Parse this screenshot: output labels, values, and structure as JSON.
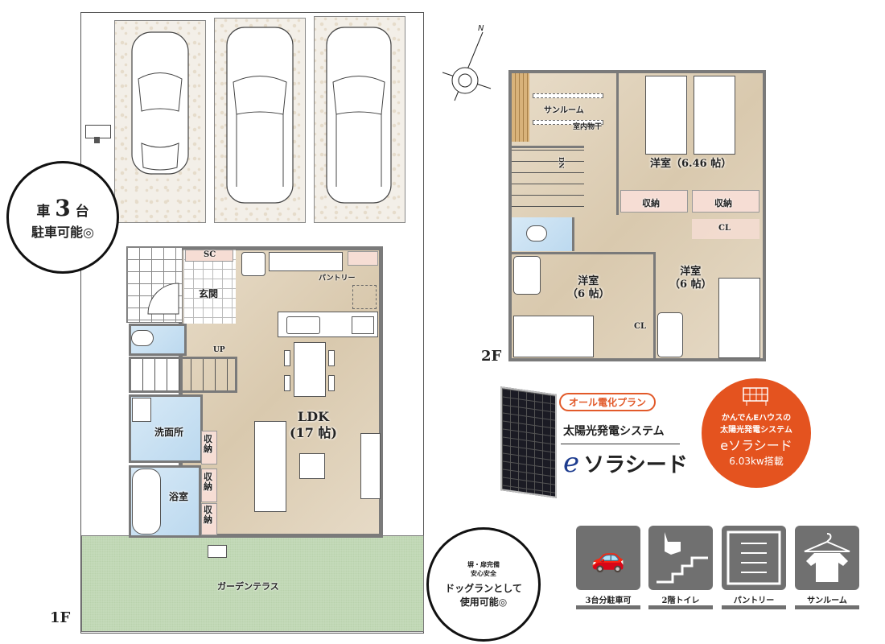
{
  "floor_1": {
    "floor_label": "1F",
    "rooms": {
      "entrance": "玄関",
      "shoe_closet": "SC",
      "pantry": "パントリー",
      "stairs_up": "UP",
      "washroom": "洗面所",
      "bathroom": "浴室",
      "storage": "収納",
      "ldk_name": "LDK",
      "ldk_size": "(17 帖)",
      "garden": "ガーデンテラス"
    },
    "parking_bubble": {
      "line1_prefix": "車",
      "line1_number": "3",
      "line1_suffix": "台",
      "line2": "駐車可能◎"
    },
    "dogrun_bubble": {
      "small_line1": "塀・扉完備",
      "small_line2": "安心安全",
      "line1": "ドッグランとして",
      "line2": "使用可能◎"
    }
  },
  "floor_2": {
    "floor_label": "2F",
    "compass_label": "N",
    "rooms": {
      "sunroom": "サンルーム",
      "indoor_drying": "室内物干",
      "stairs_down": "DN",
      "master_bedroom": "洋室（6.46 帖）",
      "storage": "収納",
      "bedroom_a_name": "洋室",
      "bedroom_a_size": "（6 帖）",
      "bedroom_b_name": "洋室",
      "bedroom_b_size": "（6 帖）",
      "closet": "CL"
    }
  },
  "solar": {
    "plan_badge": "オール電化プラン",
    "system_name": "太陽光発電システム",
    "brand_e": "e",
    "brand_name": "ソラシード",
    "circle": {
      "line1": "かんでんEハウスの",
      "line2": "太陽光発電システム",
      "line3": "eソラシード",
      "line4": "6.03kw搭載"
    },
    "colors": {
      "accent": "#e4531f",
      "brand_blue": "#1d3c8f"
    }
  },
  "features": [
    {
      "icon": "cars-icon",
      "label": "3台分駐車可"
    },
    {
      "icon": "stair-toilet-icon",
      "label": "2階トイレ"
    },
    {
      "icon": "pantry-shelf-icon",
      "label": "パントリー"
    },
    {
      "icon": "hanger-shirt-icon",
      "label": "サンルーム"
    }
  ]
}
